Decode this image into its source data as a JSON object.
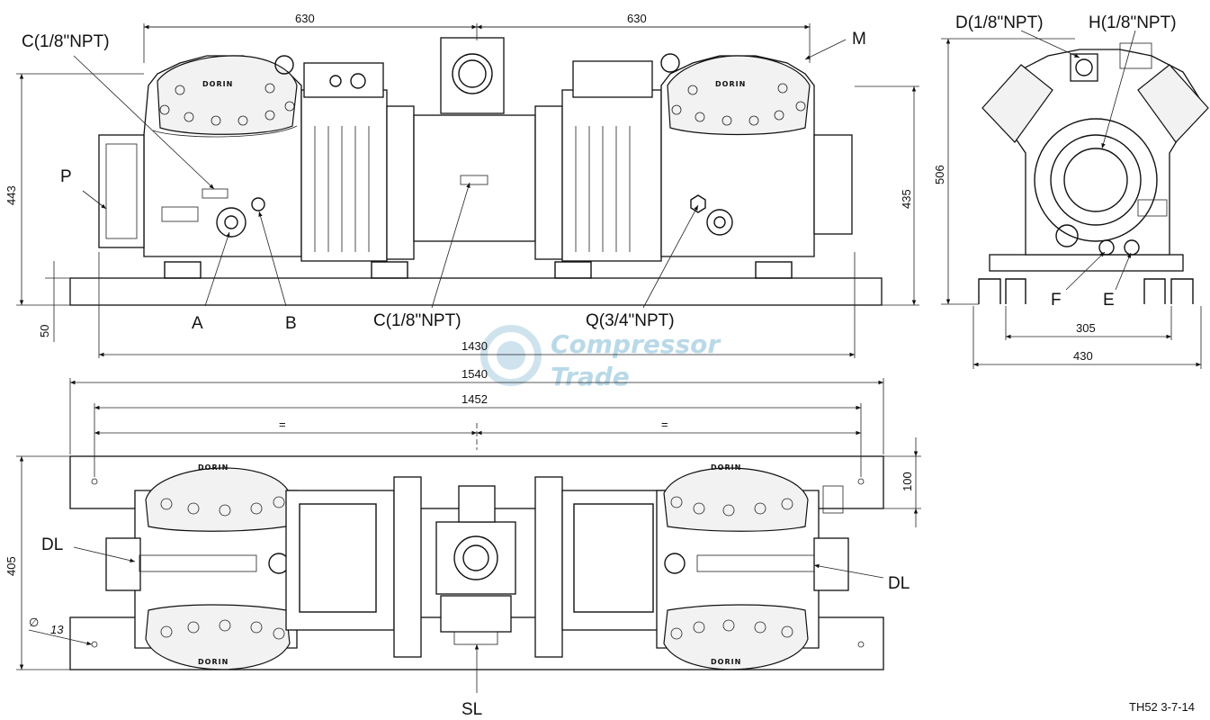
{
  "brand": "DORIN",
  "watermark": {
    "line1": "Compressor",
    "line2": "Trade"
  },
  "drawing_ref": "TH52 3-7-14",
  "side_view": {
    "labels": {
      "C_top": "C(1/8\"NPT)",
      "M": "M",
      "P": "P",
      "A": "A",
      "B": "B",
      "C_bottom": "C(1/8\"NPT)",
      "Q": "Q(3/4\"NPT)"
    },
    "dims": {
      "left_630": "630",
      "right_630": "630",
      "height_443": "443",
      "height_435": "435",
      "base_50": "50",
      "length_1430": "1430"
    }
  },
  "end_view": {
    "labels": {
      "D": "D(1/8\"NPT)",
      "H": "H(1/8\"NPT)",
      "F": "F",
      "E": "E"
    },
    "dims": {
      "height_506": "506",
      "width_305": "305",
      "width_430": "430"
    }
  },
  "top_view": {
    "labels": {
      "DL_left": "DL",
      "DL_right": "DL",
      "SL": "SL"
    },
    "dims": {
      "length_1540": "1540",
      "length_1452": "1452",
      "equal_left": "=",
      "equal_right": "=",
      "height_405": "405",
      "width_100": "100",
      "hole_13": "13",
      "diameter_symbol": "∅"
    }
  }
}
